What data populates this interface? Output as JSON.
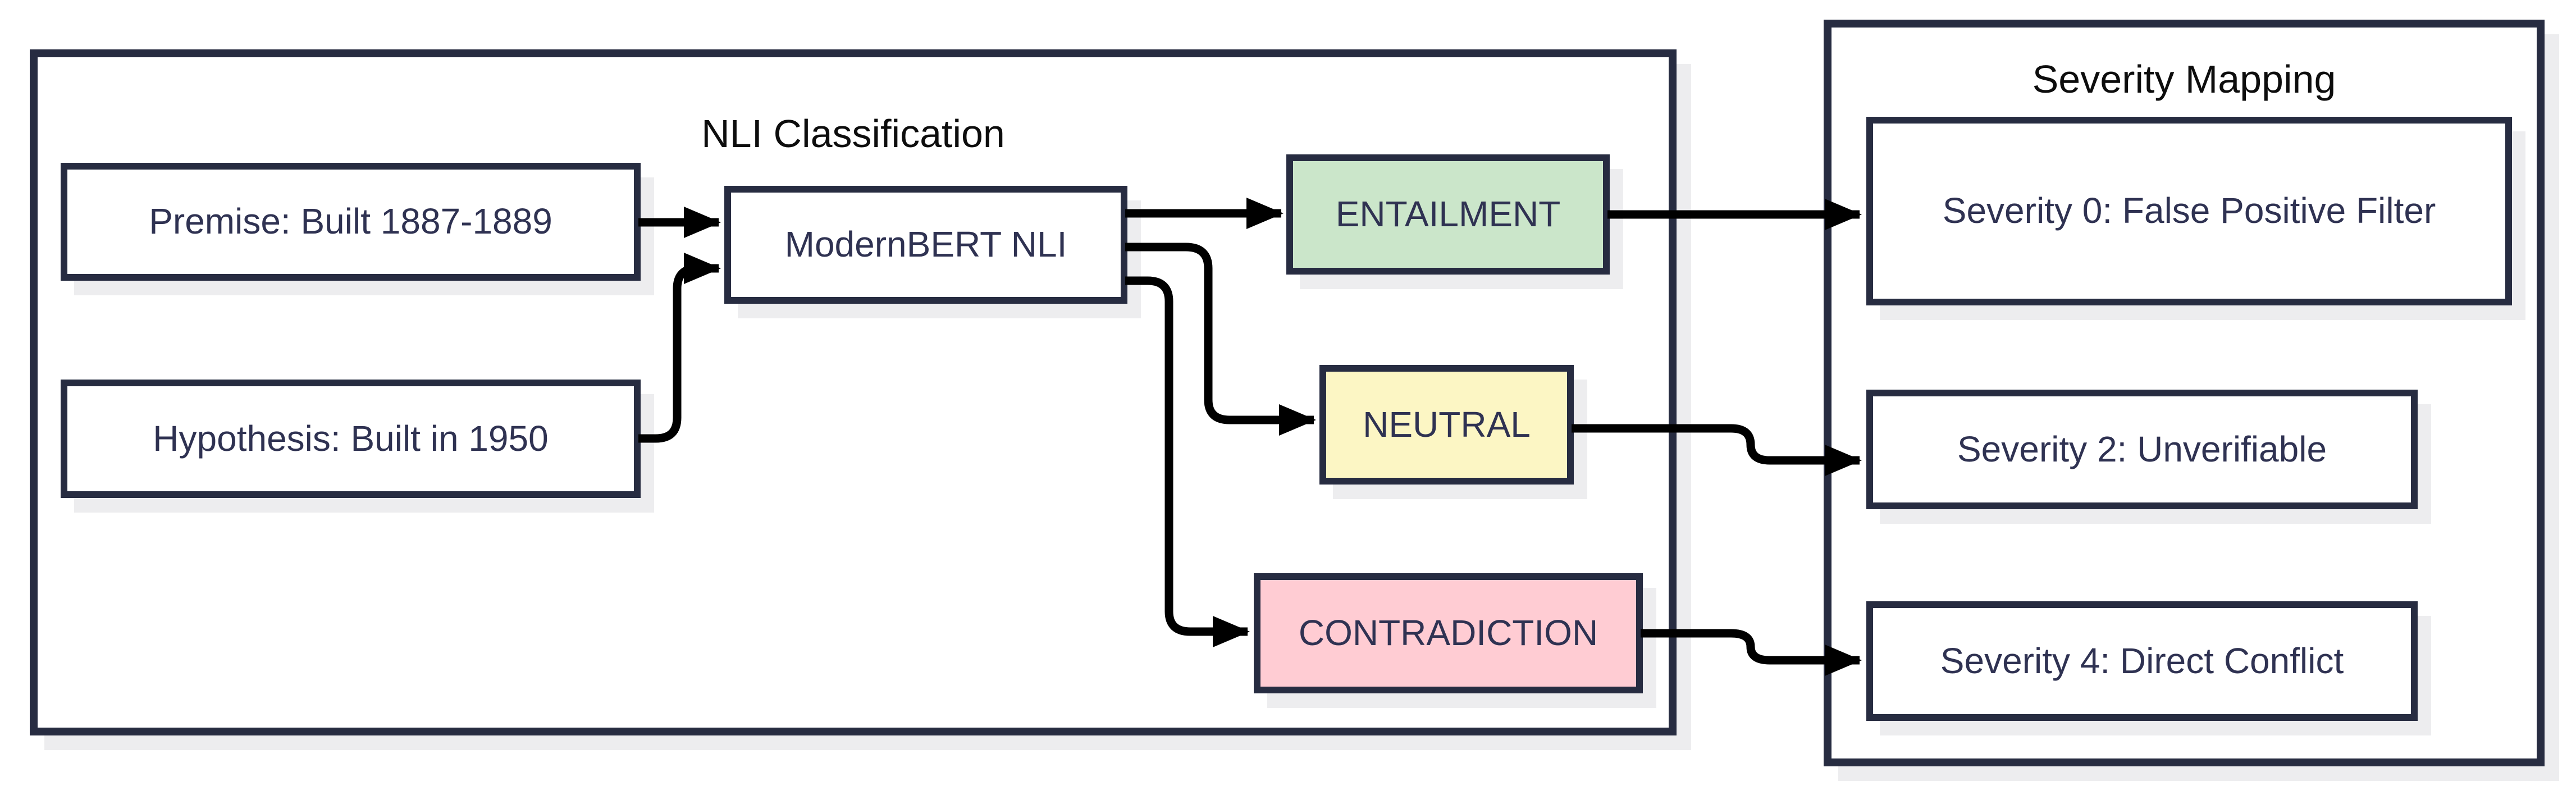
{
  "containers": {
    "nli": {
      "title": "NLI Classification"
    },
    "severity": {
      "title": "Severity Mapping"
    }
  },
  "nodes": {
    "premise": {
      "label": "Premise: Built 1887-1889",
      "fill": "#ffffff"
    },
    "hypothesis": {
      "label": "Hypothesis: Built in 1950",
      "fill": "#ffffff"
    },
    "modernbert": {
      "label": "ModernBERT NLI",
      "fill": "#ffffff"
    },
    "entailment": {
      "label": "ENTAILMENT",
      "fill": "#cbe6ca"
    },
    "neutral": {
      "label": "NEUTRAL",
      "fill": "#fcf6c4"
    },
    "contradiction": {
      "label": "CONTRADICTION",
      "fill": "#ffccd3"
    },
    "severity0": {
      "label": "Severity 0: False Positive Filter",
      "fill": "#ffffff"
    },
    "severity2": {
      "label": "Severity 2: Unverifiable",
      "fill": "#ffffff"
    },
    "severity4": {
      "label": "Severity 4: Direct Conflict",
      "fill": "#ffffff"
    }
  },
  "edges": [
    {
      "from": "premise",
      "to": "modernbert"
    },
    {
      "from": "hypothesis",
      "to": "modernbert"
    },
    {
      "from": "modernbert",
      "to": "entailment"
    },
    {
      "from": "modernbert",
      "to": "neutral"
    },
    {
      "from": "modernbert",
      "to": "contradiction"
    },
    {
      "from": "entailment",
      "to": "severity0"
    },
    {
      "from": "neutral",
      "to": "severity2"
    },
    {
      "from": "contradiction",
      "to": "severity4"
    }
  ],
  "colors": {
    "background": "#ffffff",
    "container_border": "#272c41",
    "node_border": "#272c41",
    "node_text": "#2f3252",
    "title_text": "#0d0d0d",
    "entailment_fill": "#cbe6ca",
    "neutral_fill": "#fcf6c4",
    "contradiction_fill": "#ffccd3",
    "arrow": "#000000",
    "shadow": "#ededef"
  }
}
